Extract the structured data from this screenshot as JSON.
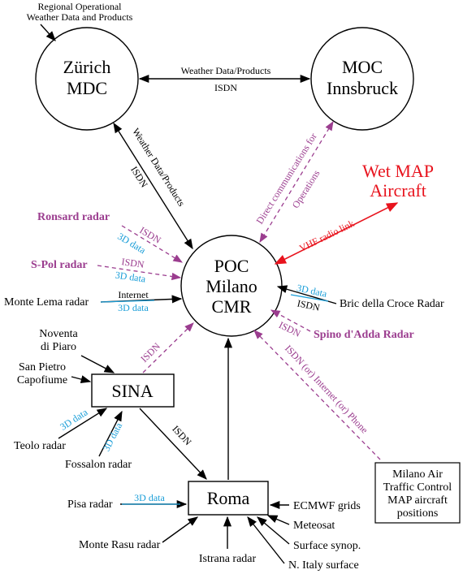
{
  "nodes": {
    "zurich": [
      "Zürich",
      "MDC"
    ],
    "moc": [
      "MOC",
      "Innsbruck"
    ],
    "poc": [
      "POC",
      "Milano",
      "CMR"
    ],
    "sina": "SINA",
    "roma": "Roma",
    "milano_atc": [
      "Milano Air",
      "Traffic Control",
      "MAP aircraft",
      "positions"
    ]
  },
  "sources": {
    "regional": [
      "Regional Operational",
      "Weather Data and Products"
    ],
    "wet_map": [
      "Wet MAP",
      "Aircraft"
    ],
    "ronsard": "Ronsard radar",
    "spol": "S-Pol radar",
    "monte_lema": "Monte Lema radar",
    "bric": "Bric della Croce Radar",
    "spino": "Spino d'Adda Radar",
    "noventa": [
      "Noventa",
      "di Piaro"
    ],
    "san_pietro": [
      "San Pietro",
      "Capofiume"
    ],
    "teolo": "Teolo radar",
    "fossalon": "Fossalon radar",
    "pisa": "Pisa radar",
    "monte_rasu": "Monte Rasu radar",
    "istrana": "Istrana radar",
    "ecmwf": "ECMWF grids",
    "meteosat": "Meteosat",
    "surface_synop": "Surface synop.",
    "n_italy": "N. Italy surface"
  },
  "link_labels": {
    "weather_data_products": "Weather Data/Products",
    "isdn": "ISDN",
    "weather_data_products_diag": "Weather Data/Products",
    "isdn_diag": "ISDN",
    "direct_comm": [
      "Direct communications for",
      "Operations"
    ],
    "vhf": "VHF radio link",
    "ronsard_isdn": "ISDN",
    "ronsard_3d": "3D data",
    "spol_isdn": "ISDN",
    "spol_3d": "3D data",
    "lema_internet": "Internet",
    "lema_3d": "3D data",
    "bric_3d": "3D data",
    "bric_isdn": "ISDN",
    "spino_isdn": "ISDN",
    "sina_poc_isdn": "ISDN",
    "sina_roma_isdn": "ISDN",
    "teolo_3d": "3D data",
    "fossalon_3d": "3D data",
    "pisa_3d": "3D data",
    "atc_link": "ISDN (or) Internet (or) Phone"
  },
  "colors": {
    "black": "#000000",
    "magenta": "#9b3d8f",
    "cyan": "#1a9ed8",
    "red": "#e8131d"
  }
}
